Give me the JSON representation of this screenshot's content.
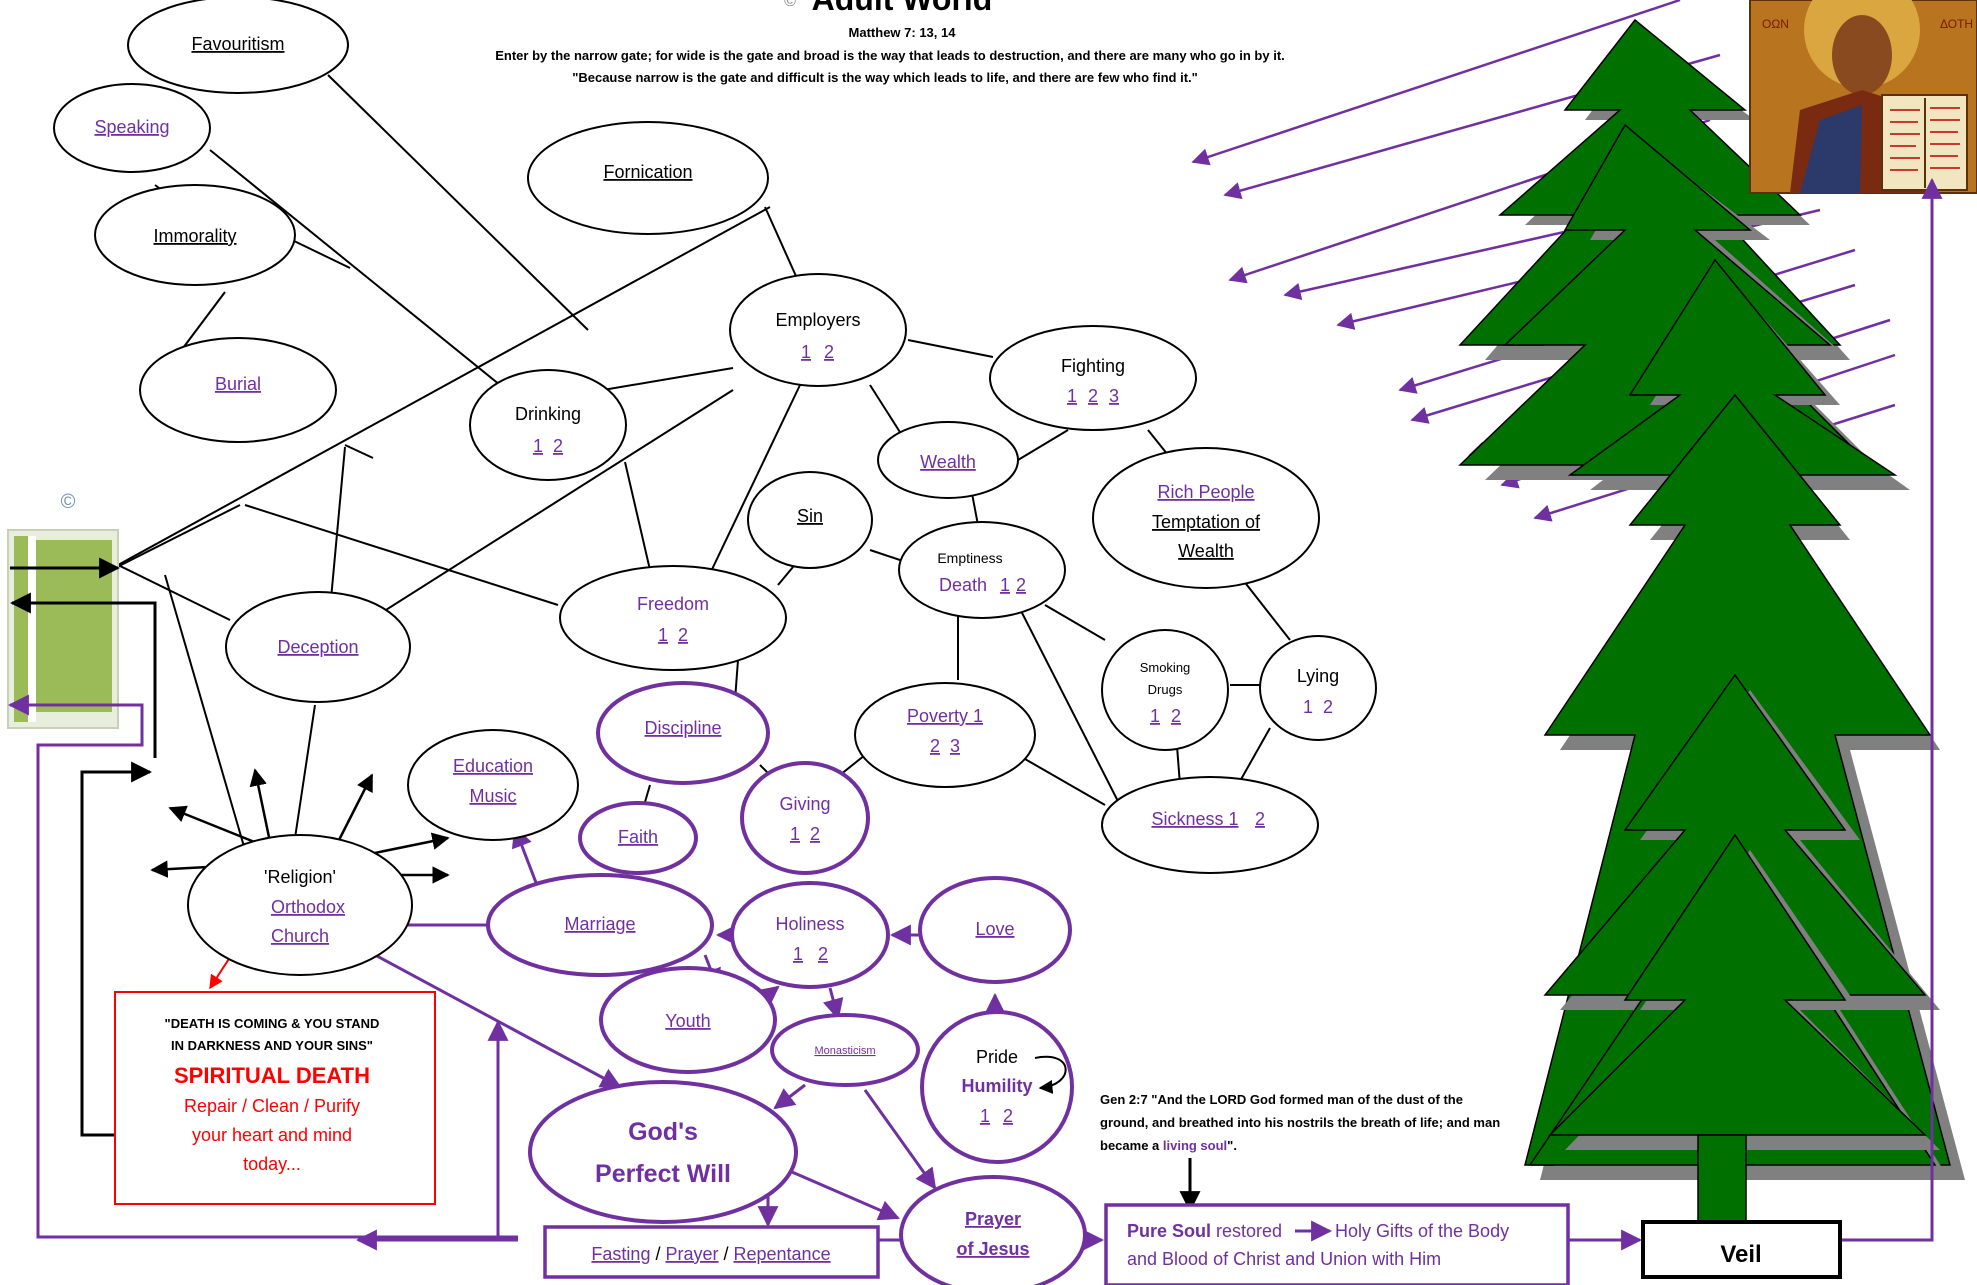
{
  "header": {
    "title": "Adult World",
    "copyright": "©",
    "ref": "Matthew 7: 13, 14",
    "line1": "Enter by the narrow gate; for wide is the gate and broad is the way that leads to destruction, and there are many who go in by it.",
    "line2": "\"Because narrow is the gate and difficult is the way which leads to life, and there are few who find it.\""
  },
  "side": {
    "copyright": "©"
  },
  "nodes": {
    "favouritism": "Favouritism",
    "speaking": "Speaking",
    "immorality": "Immorality",
    "burial": "Burial",
    "fornication": "Fornication",
    "employers": "Employers",
    "drinking": "Drinking",
    "fighting": "Fighting",
    "wealth": "Wealth",
    "rich_people": "Rich People",
    "temptation_1": "Temptation of",
    "temptation_2": "Wealth",
    "sin": "Sin",
    "emptiness": "Emptiness",
    "death": "Death",
    "freedom": "Freedom",
    "deception": "Deception",
    "smoking": "Smoking",
    "drugs": "Drugs",
    "lying": "Lying",
    "discipline": "Discipline",
    "poverty": "Poverty 1",
    "education": "Education",
    "music": "Music",
    "giving": "Giving",
    "sickness": "Sickness 1",
    "faith": "Faith",
    "religion": "'Religion'",
    "orthodox": "Orthodox",
    "church": "Church",
    "marriage": "Marriage",
    "holiness": "Holiness",
    "love": "Love",
    "youth": "Youth",
    "monasticism": "Monasticism",
    "pride": "Pride",
    "humility": "Humility",
    "gods_1": "God's",
    "gods_2": "Perfect  Will",
    "prayer_1": "Prayer",
    "prayer_2": "of Jesus"
  },
  "nums": {
    "one": "1",
    "two": "2",
    "three": "3"
  },
  "warning": {
    "line1": "\"DEATH IS COMING & YOU STAND",
    "line2": "IN DARKNESS AND YOUR SINS\"",
    "title": "SPIRITUAL DEATH",
    "line3": "Repair / Clean / Purify",
    "line4": "your heart and mind",
    "line5": "today..."
  },
  "fasting": {
    "fasting": "Fasting",
    "sep": " / ",
    "prayer": "Prayer",
    "repentance": "Repentance"
  },
  "genesis": {
    "line1": "Gen 2:7 \"And the LORD God formed man of the dust of the",
    "line2": "ground, and breathed into his nostrils the breath of life; and man",
    "line3_pre": "became a ",
    "line3_link": "living soul",
    "line3_post": "\"."
  },
  "pure_soul": {
    "bold": "Pure Soul",
    "rest": " restored",
    "gifts": "Holy Gifts of the Body",
    "line2": "and Blood of Christ and Union with Him"
  },
  "veil": "Veil",
  "icon": {
    "left_text": "ΟΩΝ",
    "right_text": "ΔΟΤΗ"
  },
  "colors": {
    "purple": "#7030a0",
    "green": "#007000",
    "red": "#ff0000",
    "shadow": "#808080"
  }
}
